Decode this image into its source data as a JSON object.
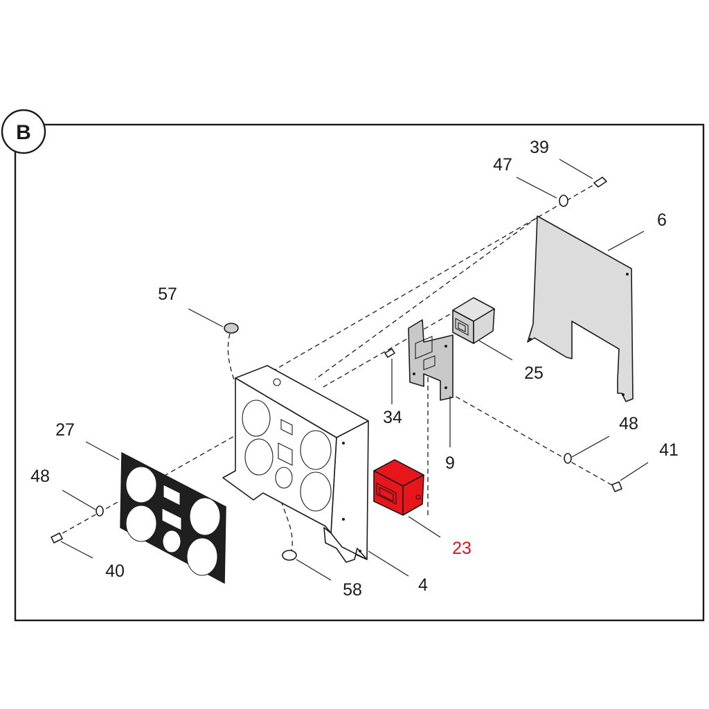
{
  "section": {
    "letter": "B"
  },
  "highlight_color": "#e8151b",
  "parts": [
    {
      "id": "p39",
      "number": "39",
      "name": "bolt-icon"
    },
    {
      "id": "p47",
      "number": "47",
      "name": "washer-icon"
    },
    {
      "id": "p6",
      "number": "6",
      "name": "rear-cover-plate-icon"
    },
    {
      "id": "p57",
      "number": "57",
      "name": "grommet-icon"
    },
    {
      "id": "p25",
      "number": "25",
      "name": "relay-box-icon"
    },
    {
      "id": "p34",
      "number": "34",
      "name": "screw-icon"
    },
    {
      "id": "p27",
      "number": "27",
      "name": "gasket-icon"
    },
    {
      "id": "p48a",
      "number": "48",
      "name": "washer-icon"
    },
    {
      "id": "p48b",
      "number": "48",
      "name": "washer-icon"
    },
    {
      "id": "p41",
      "number": "41",
      "name": "bolt-icon"
    },
    {
      "id": "p9",
      "number": "9",
      "name": "mounting-bracket-icon"
    },
    {
      "id": "p40",
      "number": "40",
      "name": "bolt-icon"
    },
    {
      "id": "p23",
      "number": "23",
      "name": "control-module-icon",
      "highlighted": true
    },
    {
      "id": "p58",
      "number": "58",
      "name": "grommet-icon"
    },
    {
      "id": "p4",
      "number": "4",
      "name": "instrument-housing-icon"
    }
  ]
}
